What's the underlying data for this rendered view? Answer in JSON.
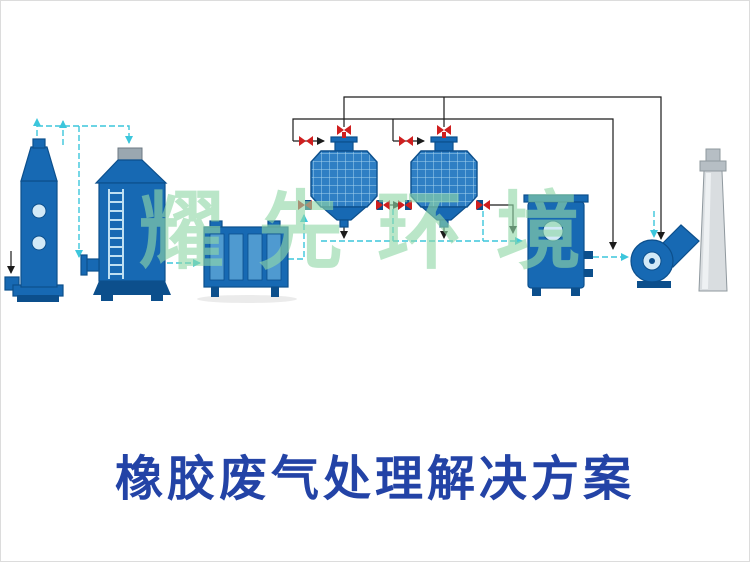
{
  "watermark": {
    "text": "耀先环境"
  },
  "title": {
    "text": "橡胶废气处理解决方案"
  },
  "colors": {
    "equipment_blue": "#1769b3",
    "equipment_blue_dark": "#0c4f8c",
    "line_cyan": "#3cc6dc",
    "valve_red": "#cf1f1f",
    "watermark_color": "#90d8a8",
    "title_color": "#2343a6",
    "grid_blue": "#2f7fc4",
    "chimney_gray": "#d9dde0"
  },
  "equipment": [
    {
      "name": "spray-tower"
    },
    {
      "name": "packed-scrubber-tower"
    },
    {
      "name": "uv-photolysis-unit"
    },
    {
      "name": "activated-carbon-drum-1"
    },
    {
      "name": "activated-carbon-drum-2"
    },
    {
      "name": "water-tank"
    },
    {
      "name": "centrifugal-fan"
    },
    {
      "name": "exhaust-chimney"
    }
  ]
}
